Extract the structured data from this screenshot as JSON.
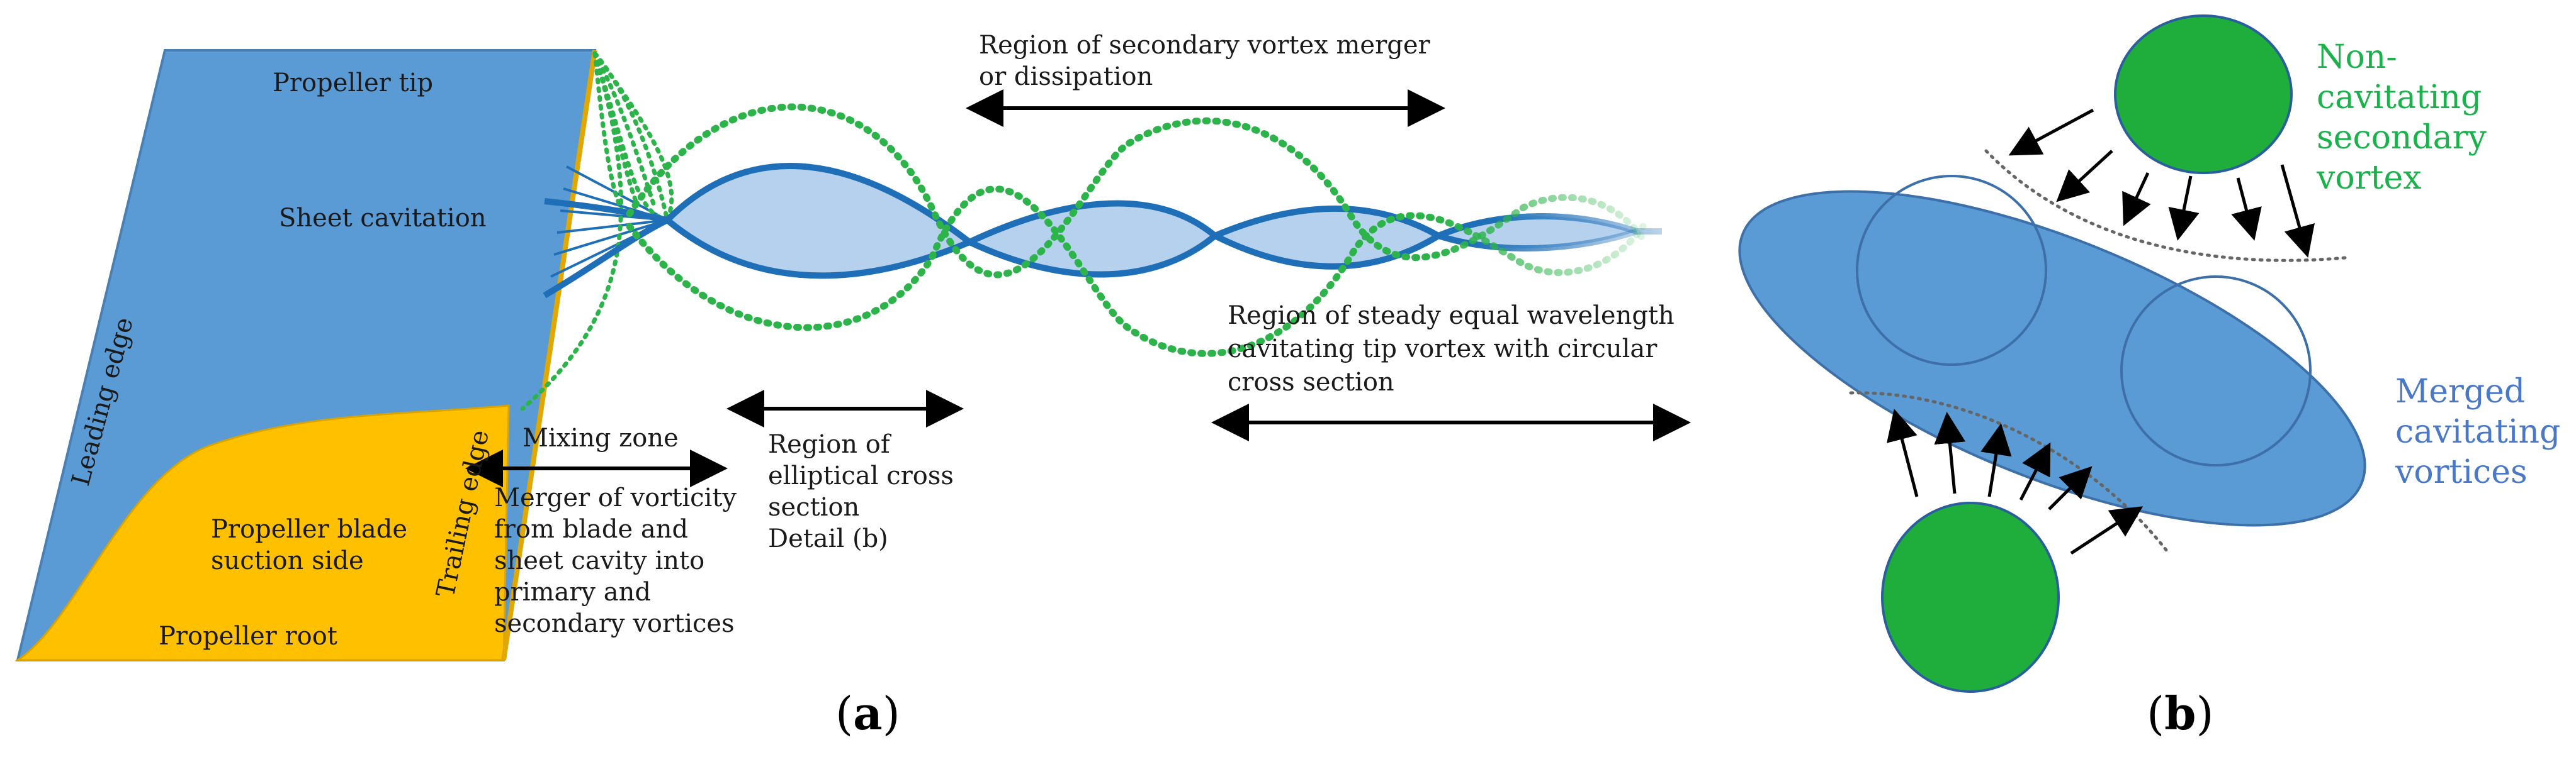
{
  "panel_a": {
    "blade": {
      "propeller_tip": "Propeller tip",
      "sheet_cavitation": "Sheet cavitation",
      "leading_edge": "Leading edge",
      "trailing_edge": "Trailing edge",
      "suction_side_1": "Propeller blade",
      "suction_side_2": "suction side",
      "propeller_root": "Propeller root"
    },
    "regions": {
      "secondary_merger_1": "Region of secondary vortex merger",
      "secondary_merger_2": "or dissipation",
      "steady_1": "Region of steady equal wavelength",
      "steady_2": "cavitating tip vortex with circular",
      "steady_3": "cross section",
      "mixing_zone": "Mixing zone",
      "merger_1": "Merger of vorticity",
      "merger_2": "from blade and",
      "merger_3": "sheet cavity into",
      "merger_4": "primary and",
      "merger_5": "secondary vortices",
      "elliptical_1": "Region of",
      "elliptical_2": "elliptical cross",
      "elliptical_3": "section",
      "elliptical_4": "Detail (b)"
    },
    "caption": "(a)"
  },
  "panel_b": {
    "non_cavitating_1": "Non-",
    "non_cavitating_2": "cavitating",
    "non_cavitating_3": "secondary",
    "non_cavitating_4": "vortex",
    "merged_1": "Merged",
    "merged_2": "cavitating",
    "merged_3": "vortices",
    "caption": "(b)"
  },
  "colors": {
    "blade_blue": "#5b9bd5",
    "root_yellow": "#ffc000",
    "vortex_blue": "#1f6fb8",
    "secondary_green": "#2cb34a",
    "label_green": "#19b24b",
    "label_blue": "#4a78c8"
  }
}
